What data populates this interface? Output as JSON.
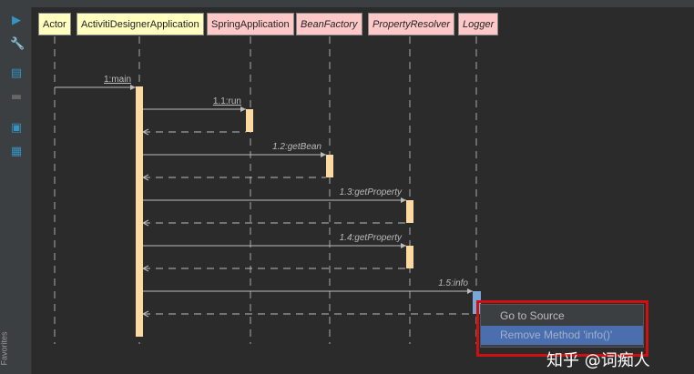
{
  "sidebar": {
    "icons": [
      "run-icon",
      "wrench-icon",
      "save-icon",
      "folder-icon",
      "image-icon",
      "document-icon"
    ],
    "favorites_label": "Favorites"
  },
  "participants": [
    {
      "name": "Actor",
      "italic": false,
      "color": "#ffffc0"
    },
    {
      "name": "ActivitiDesignerApplication",
      "italic": false,
      "color": "#ffffc0"
    },
    {
      "name": "SpringApplication",
      "italic": false,
      "color": "#ffc8c8"
    },
    {
      "name": "BeanFactory",
      "italic": true,
      "color": "#ffc8c8"
    },
    {
      "name": "PropertyResolver",
      "italic": true,
      "color": "#ffc8c8"
    },
    {
      "name": "Logger",
      "italic": true,
      "color": "#ffc8c8"
    }
  ],
  "messages": [
    {
      "label": "1:main",
      "from": 0,
      "to": 1,
      "italic": false
    },
    {
      "label": "1.1:run",
      "from": 1,
      "to": 2,
      "italic": false
    },
    {
      "label": "1.2:getBean",
      "from": 1,
      "to": 3,
      "italic": true
    },
    {
      "label": "1.3:getProperty",
      "from": 1,
      "to": 4,
      "italic": true
    },
    {
      "label": "1.4:getProperty",
      "from": 1,
      "to": 4,
      "italic": true
    },
    {
      "label": "1.5:info",
      "from": 1,
      "to": 5,
      "italic": true
    }
  ],
  "context_menu": {
    "items": [
      {
        "label": "Go to Source",
        "selected": false
      },
      {
        "label": "Remove Method 'info()'",
        "selected": true
      }
    ]
  },
  "watermark": "知乎 @词痴人"
}
